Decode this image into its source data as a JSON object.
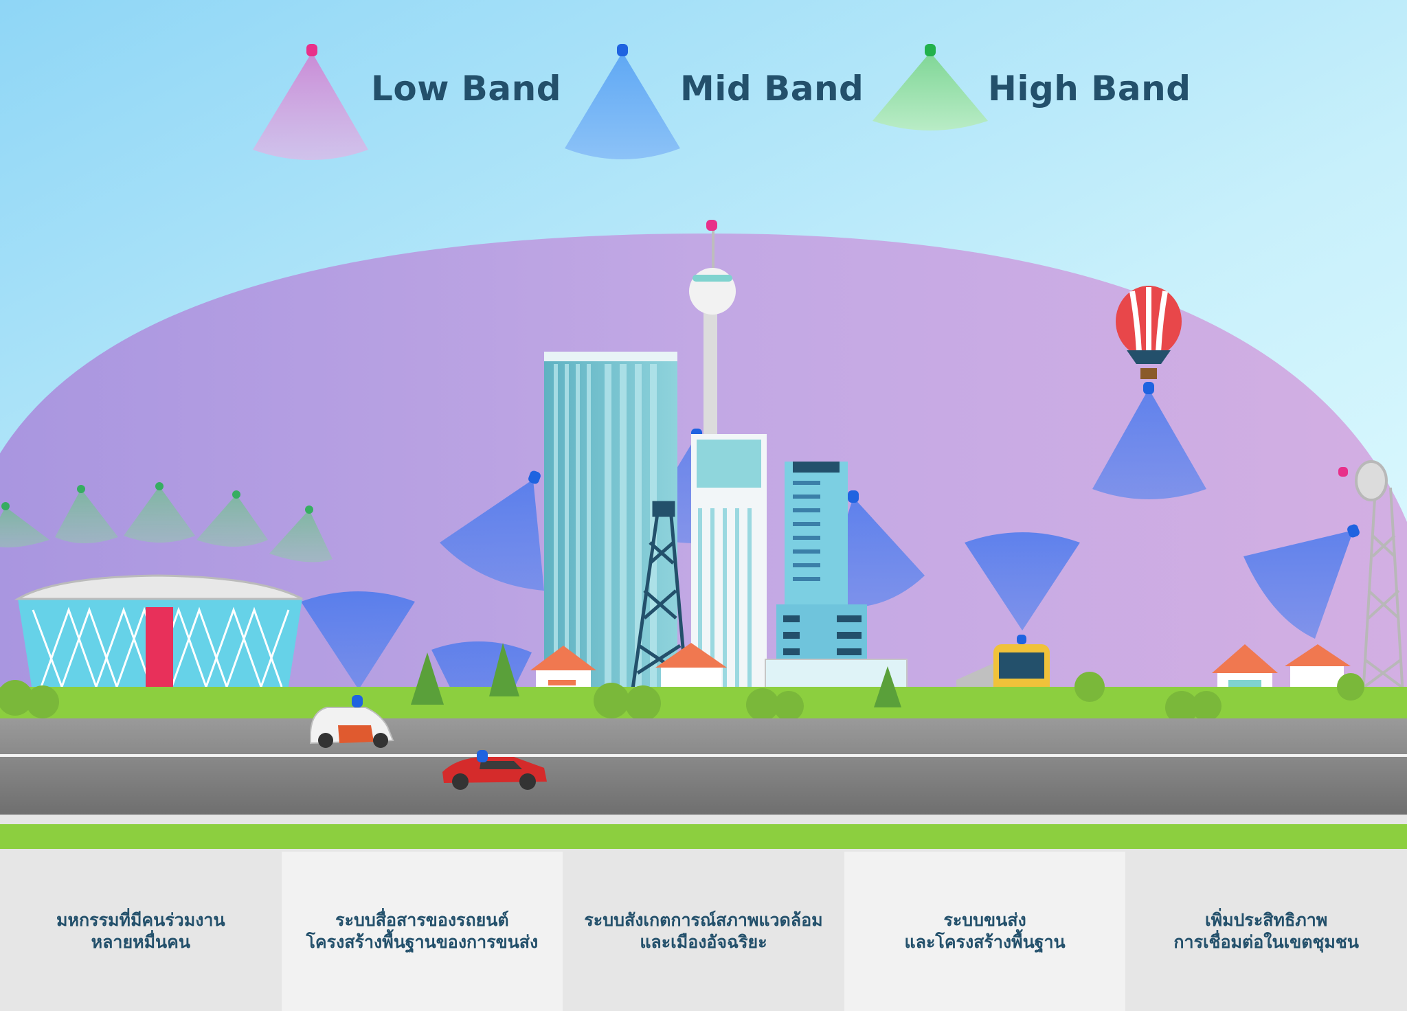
{
  "legend": [
    {
      "label": "Low Band",
      "color": "#c98bd6",
      "tip": "#e8308a"
    },
    {
      "label": "Mid Band",
      "color": "#6fb2f4",
      "tip": "#1f63e0"
    },
    {
      "label": "High Band",
      "color": "#8fdea4",
      "tip": "#22b14c"
    }
  ],
  "panels": [
    {
      "line1": "มหกรรมที่มีคนร่วมงาน",
      "line2": "หลายหมื่นคน"
    },
    {
      "line1": "ระบบสื่อสารของรถยนต์",
      "line2": "โครงสร้างพื้นฐานของการขนส่ง"
    },
    {
      "line1": "ระบบสังเกตการณ์สภาพแวดล้อม",
      "line2": "และเมืองอัจฉริยะ"
    },
    {
      "line1": "ระบบขนส่ง",
      "line2": "และโครงสร้างพื้นฐาน"
    },
    {
      "line1": "เพิ่มประสิทธิภาพ",
      "line2": "การเชื่อมต่อในเขตชุมชน"
    }
  ],
  "colors": {
    "sky_top": "#9fe0f7",
    "dome": "#b59be6",
    "road": "#8c8c8c",
    "grass": "#8ccf3f",
    "text": "#23506b"
  }
}
